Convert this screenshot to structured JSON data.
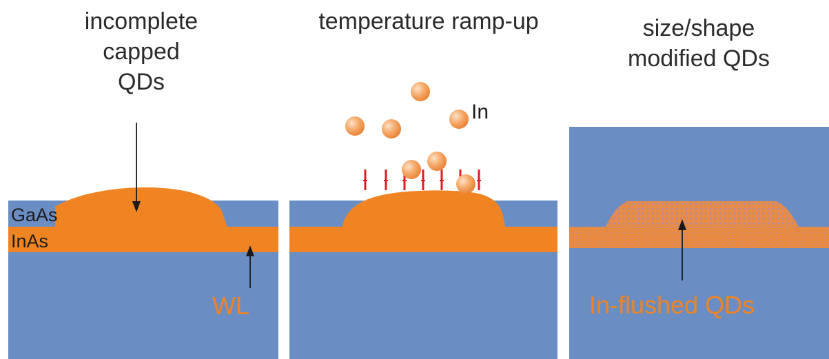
{
  "panels": [
    {
      "title_lines": [
        "incomplete",
        "capped",
        "QDs"
      ],
      "layer_labels": [
        "GaAs",
        "InAs"
      ],
      "wetting_layer_label": "WL"
    },
    {
      "title_lines": [
        "temperature ramp-up"
      ],
      "adatom_label": "In"
    },
    {
      "title_lines": [
        "size/shape",
        "modified QDs"
      ],
      "flushed_label": "In-flushed QDs"
    }
  ],
  "colors": {
    "gaas": "#6a8dc4",
    "inas": "#f08423",
    "in_adatom": "#f5a665",
    "desorption_marks": "#e21a22",
    "arrow": "#1a1a1a",
    "label_orange": "#f08423"
  }
}
